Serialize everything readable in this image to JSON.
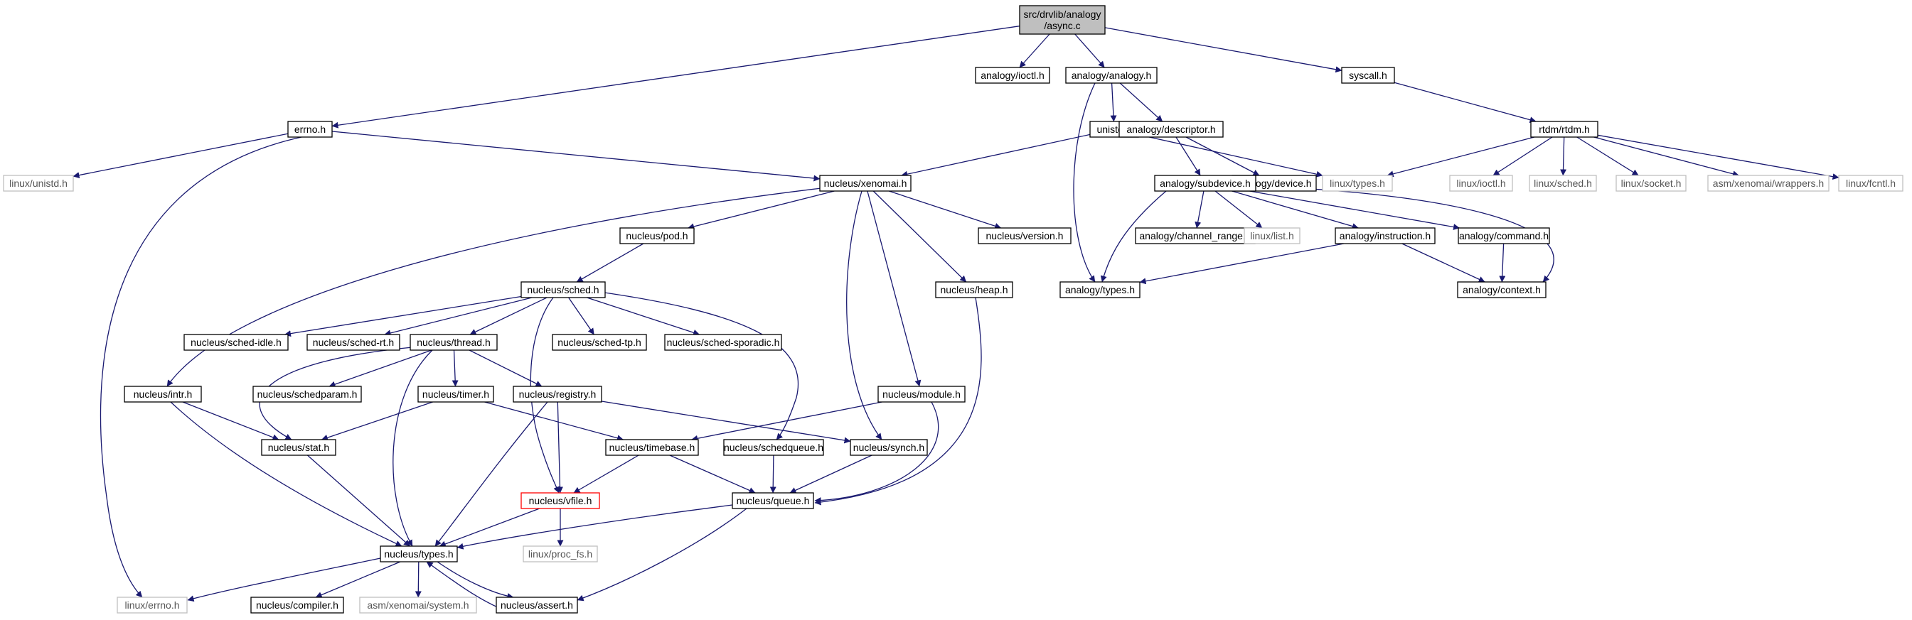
{
  "title": "src/drvlib/analogy/async.c",
  "colors": {
    "edge": "#191970",
    "node_border": "#000000",
    "root_fill": "#bfbfbf",
    "missing_border": "#bfbfbf",
    "highlight_border": "#ff0000",
    "background": "#ffffff"
  },
  "nodes": [
    {
      "id": "root",
      "lines": [
        "src/drvlib/analogy",
        "/async.c"
      ],
      "style": "root"
    },
    {
      "id": "analogy_ioctl",
      "lines": [
        "analogy/ioctl.h"
      ],
      "style": "normal"
    },
    {
      "id": "analogy_analogy",
      "lines": [
        "analogy/analogy.h"
      ],
      "style": "normal"
    },
    {
      "id": "syscall",
      "lines": [
        "syscall.h"
      ],
      "style": "normal"
    },
    {
      "id": "errno",
      "lines": [
        "errno.h"
      ],
      "style": "normal"
    },
    {
      "id": "unistd",
      "lines": [
        "unistd.h"
      ],
      "style": "normal"
    },
    {
      "id": "analogy_descriptor",
      "lines": [
        "analogy/descriptor.h"
      ],
      "style": "normal"
    },
    {
      "id": "rtdm",
      "lines": [
        "rtdm/rtdm.h"
      ],
      "style": "normal"
    },
    {
      "id": "linux_unistd",
      "lines": [
        "linux/unistd.h"
      ],
      "style": "missing"
    },
    {
      "id": "nucleus_xenomai",
      "lines": [
        "nucleus/xenomai.h"
      ],
      "style": "normal"
    },
    {
      "id": "analogy_device",
      "lines": [
        "analogy/device.h"
      ],
      "style": "normal"
    },
    {
      "id": "linux_types",
      "lines": [
        "linux/types.h"
      ],
      "style": "missing"
    },
    {
      "id": "linux_ioctl",
      "lines": [
        "linux/ioctl.h"
      ],
      "style": "missing"
    },
    {
      "id": "linux_sched",
      "lines": [
        "linux/sched.h"
      ],
      "style": "missing"
    },
    {
      "id": "linux_socket",
      "lines": [
        "linux/socket.h"
      ],
      "style": "missing"
    },
    {
      "id": "asm_wrappers",
      "lines": [
        "asm/xenomai/wrappers.h"
      ],
      "style": "missing"
    },
    {
      "id": "linux_fcntl",
      "lines": [
        "linux/fcntl.h"
      ],
      "style": "missing"
    },
    {
      "id": "analogy_subdevice",
      "lines": [
        "analogy/subdevice.h"
      ],
      "style": "normal"
    },
    {
      "id": "nucleus_pod",
      "lines": [
        "nucleus/pod.h"
      ],
      "style": "normal"
    },
    {
      "id": "nucleus_version",
      "lines": [
        "nucleus/version.h"
      ],
      "style": "normal"
    },
    {
      "id": "analogy_channel_range",
      "lines": [
        "analogy/channel_range.h"
      ],
      "style": "normal"
    },
    {
      "id": "linux_list",
      "lines": [
        "linux/list.h"
      ],
      "style": "missing"
    },
    {
      "id": "analogy_instruction",
      "lines": [
        "analogy/instruction.h"
      ],
      "style": "normal"
    },
    {
      "id": "analogy_command",
      "lines": [
        "analogy/command.h"
      ],
      "style": "normal"
    },
    {
      "id": "nucleus_sched",
      "lines": [
        "nucleus/sched.h"
      ],
      "style": "normal"
    },
    {
      "id": "nucleus_heap",
      "lines": [
        "nucleus/heap.h"
      ],
      "style": "normal"
    },
    {
      "id": "analogy_types",
      "lines": [
        "analogy/types.h"
      ],
      "style": "normal"
    },
    {
      "id": "analogy_context",
      "lines": [
        "analogy/context.h"
      ],
      "style": "normal"
    },
    {
      "id": "sched_idle",
      "lines": [
        "nucleus/sched-idle.h"
      ],
      "style": "normal"
    },
    {
      "id": "sched_rt",
      "lines": [
        "nucleus/sched-rt.h"
      ],
      "style": "normal"
    },
    {
      "id": "nucleus_thread",
      "lines": [
        "nucleus/thread.h"
      ],
      "style": "normal"
    },
    {
      "id": "sched_tp",
      "lines": [
        "nucleus/sched-tp.h"
      ],
      "style": "normal"
    },
    {
      "id": "sched_sporadic",
      "lines": [
        "nucleus/sched-sporadic.h"
      ],
      "style": "normal"
    },
    {
      "id": "nucleus_intr",
      "lines": [
        "nucleus/intr.h"
      ],
      "style": "normal"
    },
    {
      "id": "nucleus_schedparam",
      "lines": [
        "nucleus/schedparam.h"
      ],
      "style": "normal"
    },
    {
      "id": "nucleus_timer",
      "lines": [
        "nucleus/timer.h"
      ],
      "style": "normal"
    },
    {
      "id": "nucleus_registry",
      "lines": [
        "nucleus/registry.h"
      ],
      "style": "normal"
    },
    {
      "id": "nucleus_module",
      "lines": [
        "nucleus/module.h"
      ],
      "style": "normal"
    },
    {
      "id": "nucleus_stat",
      "lines": [
        "nucleus/stat.h"
      ],
      "style": "normal"
    },
    {
      "id": "nucleus_timebase",
      "lines": [
        "nucleus/timebase.h"
      ],
      "style": "normal"
    },
    {
      "id": "nucleus_schedqueue",
      "lines": [
        "nucleus/schedqueue.h"
      ],
      "style": "normal"
    },
    {
      "id": "nucleus_synch",
      "lines": [
        "nucleus/synch.h"
      ],
      "style": "normal"
    },
    {
      "id": "nucleus_vfile",
      "lines": [
        "nucleus/vfile.h"
      ],
      "style": "highlight"
    },
    {
      "id": "nucleus_queue",
      "lines": [
        "nucleus/queue.h"
      ],
      "style": "normal"
    },
    {
      "id": "nucleus_types",
      "lines": [
        "nucleus/types.h"
      ],
      "style": "normal"
    },
    {
      "id": "linux_proc_fs",
      "lines": [
        "linux/proc_fs.h"
      ],
      "style": "missing"
    },
    {
      "id": "linux_errno",
      "lines": [
        "linux/errno.h"
      ],
      "style": "missing"
    },
    {
      "id": "nucleus_compiler",
      "lines": [
        "nucleus/compiler.h"
      ],
      "style": "normal"
    },
    {
      "id": "asm_system",
      "lines": [
        "asm/xenomai/system.h"
      ],
      "style": "missing"
    },
    {
      "id": "nucleus_assert",
      "lines": [
        "nucleus/assert.h"
      ],
      "style": "normal"
    }
  ],
  "edges": [
    [
      "root",
      "errno"
    ],
    [
      "root",
      "analogy_ioctl"
    ],
    [
      "root",
      "analogy_analogy"
    ],
    [
      "root",
      "syscall"
    ],
    [
      "analogy_analogy",
      "unistd"
    ],
    [
      "analogy_analogy",
      "analogy_descriptor"
    ],
    [
      "analogy_analogy",
      "analogy_types"
    ],
    [
      "syscall",
      "rtdm"
    ],
    [
      "errno",
      "linux_unistd"
    ],
    [
      "errno",
      "nucleus_xenomai"
    ],
    [
      "errno",
      "linux_errno"
    ],
    [
      "unistd",
      "nucleus_xenomai"
    ],
    [
      "unistd",
      "linux_types"
    ],
    [
      "analogy_descriptor",
      "analogy_device"
    ],
    [
      "analogy_descriptor",
      "analogy_subdevice"
    ],
    [
      "rtdm",
      "linux_types"
    ],
    [
      "rtdm",
      "linux_ioctl"
    ],
    [
      "rtdm",
      "linux_sched"
    ],
    [
      "rtdm",
      "linux_socket"
    ],
    [
      "rtdm",
      "asm_wrappers"
    ],
    [
      "rtdm",
      "linux_fcntl"
    ],
    [
      "analogy_subdevice",
      "analogy_types"
    ],
    [
      "analogy_subdevice",
      "analogy_channel_range"
    ],
    [
      "analogy_subdevice",
      "linux_list"
    ],
    [
      "analogy_subdevice",
      "analogy_instruction"
    ],
    [
      "analogy_subdevice",
      "analogy_command"
    ],
    [
      "analogy_subdevice",
      "analogy_context"
    ],
    [
      "analogy_instruction",
      "analogy_types"
    ],
    [
      "analogy_instruction",
      "analogy_context"
    ],
    [
      "analogy_command",
      "analogy_context"
    ],
    [
      "nucleus_xenomai",
      "nucleus_intr"
    ],
    [
      "nucleus_xenomai",
      "nucleus_pod"
    ],
    [
      "nucleus_xenomai",
      "nucleus_version"
    ],
    [
      "nucleus_xenomai",
      "nucleus_heap"
    ],
    [
      "nucleus_xenomai",
      "nucleus_module"
    ],
    [
      "nucleus_xenomai",
      "nucleus_synch"
    ],
    [
      "nucleus_pod",
      "nucleus_sched"
    ],
    [
      "nucleus_sched",
      "sched_idle"
    ],
    [
      "nucleus_sched",
      "sched_rt"
    ],
    [
      "nucleus_sched",
      "nucleus_thread"
    ],
    [
      "nucleus_sched",
      "sched_tp"
    ],
    [
      "nucleus_sched",
      "sched_sporadic"
    ],
    [
      "nucleus_sched",
      "nucleus_vfile"
    ],
    [
      "nucleus_sched",
      "nucleus_schedqueue"
    ],
    [
      "nucleus_heap",
      "nucleus_queue"
    ],
    [
      "nucleus_thread",
      "nucleus_stat"
    ],
    [
      "nucleus_thread",
      "nucleus_schedparam"
    ],
    [
      "nucleus_thread",
      "nucleus_timer"
    ],
    [
      "nucleus_thread",
      "nucleus_registry"
    ],
    [
      "nucleus_thread",
      "nucleus_types"
    ],
    [
      "nucleus_intr",
      "nucleus_stat"
    ],
    [
      "nucleus_intr",
      "nucleus_types"
    ],
    [
      "nucleus_timer",
      "nucleus_stat"
    ],
    [
      "nucleus_timer",
      "nucleus_timebase"
    ],
    [
      "nucleus_registry",
      "nucleus_synch"
    ],
    [
      "nucleus_registry",
      "nucleus_vfile"
    ],
    [
      "nucleus_registry",
      "nucleus_types"
    ],
    [
      "nucleus_module",
      "nucleus_timebase"
    ],
    [
      "nucleus_module",
      "nucleus_queue"
    ],
    [
      "nucleus_stat",
      "nucleus_types"
    ],
    [
      "nucleus_timebase",
      "nucleus_vfile"
    ],
    [
      "nucleus_timebase",
      "nucleus_queue"
    ],
    [
      "nucleus_schedqueue",
      "nucleus_queue"
    ],
    [
      "nucleus_synch",
      "nucleus_queue"
    ],
    [
      "nucleus_vfile",
      "nucleus_types"
    ],
    [
      "nucleus_vfile",
      "linux_proc_fs"
    ],
    [
      "nucleus_queue",
      "nucleus_types"
    ],
    [
      "nucleus_queue",
      "nucleus_assert"
    ],
    [
      "nucleus_types",
      "linux_errno"
    ],
    [
      "nucleus_types",
      "nucleus_compiler"
    ],
    [
      "nucleus_types",
      "asm_system"
    ],
    [
      "nucleus_types",
      "nucleus_assert"
    ],
    [
      "nucleus_assert",
      "nucleus_types"
    ]
  ]
}
